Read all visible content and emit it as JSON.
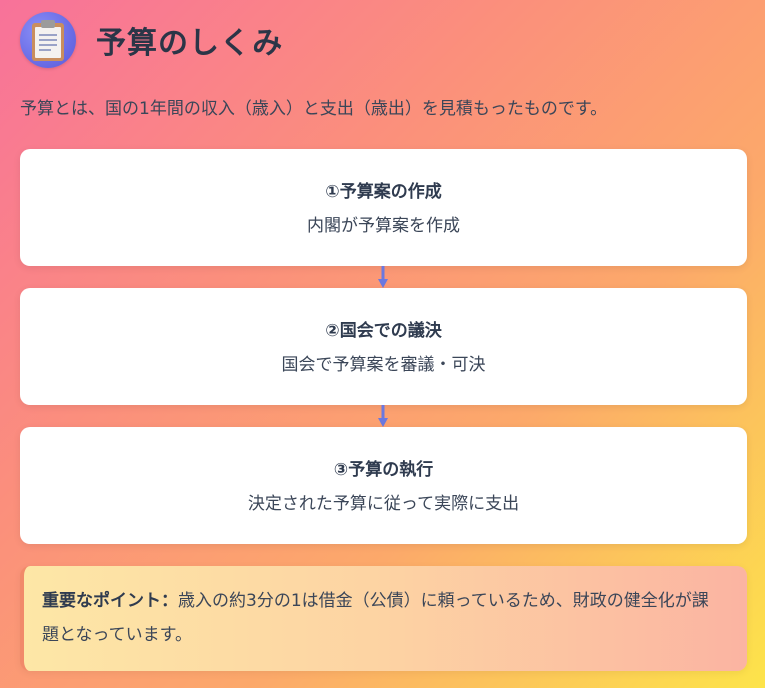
{
  "header": {
    "icon": "clipboard-icon",
    "title": "予算のしくみ"
  },
  "intro": "予算とは、国の1年間の収入（歳入）と支出（歳出）を見積もったものです。",
  "steps": [
    {
      "title": "①予算案の作成",
      "description": "内閣が予算案を作成"
    },
    {
      "title": "②国会での議決",
      "description": "国会で予算案を審議・可決"
    },
    {
      "title": "③予算の執行",
      "description": "決定された予算に従って実際に支出"
    }
  ],
  "point": {
    "label": "重要なポイント：",
    "text": "歳入の約3分の1は借金（公債）に頼っているため、財政の健全化が課題となっています。"
  },
  "colors": {
    "gradient_start": "#f8729a",
    "gradient_end": "#fde44a",
    "arrow": "#6b78e0",
    "point_border": "#f18a6a"
  }
}
